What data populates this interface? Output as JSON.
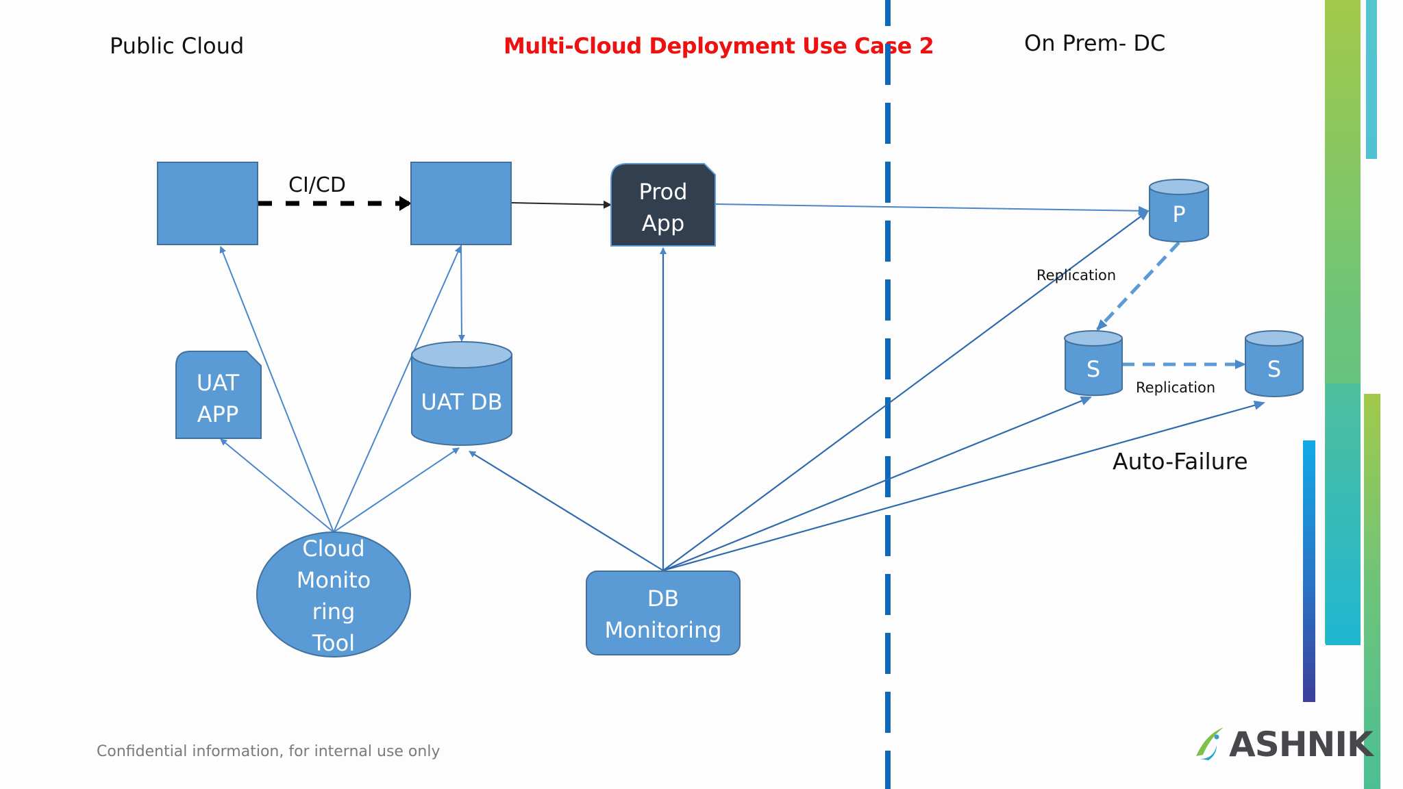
{
  "slide": {
    "title": "Multi-Cloud Deployment Use Case 2",
    "left_zone_label": "Public Cloud",
    "right_zone_label": "On Prem- DC",
    "footer": "Confidential information, for internal use only",
    "brand": "ASHNIK"
  },
  "colors": {
    "title_red": "#ee1111",
    "node_blue": "#5b9bd5",
    "node_border": "#41719c",
    "prod_dark": "#323f4f",
    "divider_blue": "#1068b8",
    "connector_blue": "#4a86c8"
  },
  "nodes": {
    "source_box": {
      "label": ""
    },
    "uat_box": {
      "label": ""
    },
    "prod_app": {
      "line1": "Prod",
      "line2": "App"
    },
    "uat_app": {
      "line1": "UAT",
      "line2": "APP"
    },
    "uat_db": {
      "label": "UAT DB"
    },
    "cloud_monitoring": {
      "line1": "Cloud",
      "line2": "Monito",
      "line3": "ring",
      "line4": "Tool"
    },
    "db_monitoring": {
      "line1": "DB",
      "line2": "Monitoring"
    },
    "primary_db": {
      "label": "P"
    },
    "standby_db_1": {
      "label": "S"
    },
    "standby_db_2": {
      "label": "S"
    }
  },
  "edges": {
    "cicd_label": "CI/CD",
    "replication_p_s": "Replication",
    "replication_s_s": "Replication",
    "auto_failure": "Auto-Failure"
  }
}
